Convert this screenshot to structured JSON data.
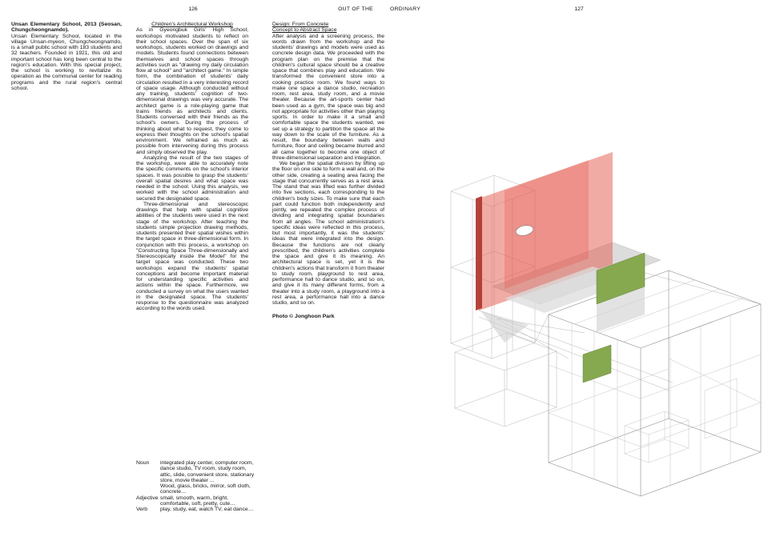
{
  "header": {
    "page_left": "126",
    "running_title_left": "OUT OF THE",
    "running_title_right": "ORDINARY",
    "page_right": "127"
  },
  "intro": {
    "title": "Unsan Elementary School, 2013 (Seosan, Chungcheongnamdo).",
    "body": "Unsan Elementary School, located in the village Unsan-myeon, Chungcheongnamdo, is a small public school with 183 students and 32 teachers. Founded in 1921, this old and important school has long been central to the region's education. With this special project, the school is working to revitalize its operation as the communal center for reading programs and the rural region's central school."
  },
  "workshop": {
    "heading": "Children's Architectural Workshop",
    "paragraphs": [
      "As in Gyeongbuk Girls' High School, workshops motivated students to reflect on their school spaces. Over the span of six workshops, students worked on drawings and models. Students found connections between themselves and school spaces through activities such as \"drawing my daily circulation flow at school\" and \"architect game.\" In simple form, the combination of students' daily circulation resulted in a very interesting record of space usage. Although conducted without any training, students' cognition of two-dimensional drawings was very accurate. The architect game is a role-playing game that trains friends as architects and clients. Students conversed with their friends as the school's owners. During the process of thinking about what to request, they come to express their thoughts on the school's spatial environment. We refrained as much as possible from intervening during this process and simply observed the play.",
      "Analyzing the result of the two stages of the workshop, were able to accurately note the specific comments on the school's interior spaces. It was possible to grasp the students' overall spatial desires and what space was needed in the school. Using this analysis, we worked with the school administration and secured the designated space.",
      "Three-dimensional and stereoscopic drawings that help with spatial cognitive abilities of the students were used in the next stage of the workshop. After teaching the students simple projection drawing methods, students presented their spatial wishes within the target space in three-dimensional form. In conjunction with this process, a workshop on \"Constructing Space Three-dimensionally and Stereoscopically inside the Model\" for the target space was conducted. These two workshops expand the students' spatial conceptions and become important material for understanding specific activities and actions within the space. Furthermore, we conducted a survey on what the users wanted in the designated space. The students' response to the questionnaire was analyzed according to the words used."
    ]
  },
  "glossary": {
    "rows": [
      {
        "term": "Noun",
        "defs": [
          "integrated play center, computer room, dance studio, TV room, study room, attic, slide, convenient store, stationary store, movie theater ...",
          "Wood, glass, bricks, mirror, soft cloth, concrete…"
        ]
      },
      {
        "term": "Adjective",
        "defs": [
          "small, smooth, warm, bright, comfortable, soft, pretty, cute…"
        ]
      },
      {
        "term": "Verb",
        "defs": [
          "play, study, eat, watch TV, eat dance…"
        ]
      }
    ]
  },
  "design": {
    "heading_line1": "Design: From Concrete",
    "heading_line2": "Concept to Abstract Space",
    "paragraphs": [
      "After analysis and a screening process, the words drawn from the workshop and the students' drawings and models were used as concrete design data. We proceeded with the program plan on the premise that the children's cultural space should be a creative space that combines play and education. We transformed the convenient store into a cooking practice room. We found ways to make one space a dance studio, recreation room, rest area, study room, and a movie theater. Because the art-sports center had been used as a gym, the space was big and not appropriate for activities other than playing sports. In order to make it a small and comfortable space the students wanted, we set up a strategy to partition the space all the way down to the scale of the furniture. As a result, the boundary between walls and furniture, floor and ceiling became blurred and all came together to become one object of three-dimensional separation and integration.",
      "We began the spatial division by lifting up the floor on one side to form a wall and, on the other side, creating a seating area facing the stage that concurrently serves as a rest area. The stand that was lifted was further divided into five sections, each corresponding to the children's body sizes. To make sure that each part could function both independently and jointly, we repeated the complex process of dividing and integrating spatial boundaries from all angles. The school administration's specific ideas were reflected in this process, but most importantly, it was the students' ideas that were integrated into the design. Because the functions are not clearly prescribed, the children's activities complete the space and give it its meaning. An architectural space is set, yet it is the children's actions that transform it from theater to study room, playground to rest area, performance hall to dance studio, and so on, and give it its many different forms, from a theater into a study room, a playground into a rest area, a performance hall into a dance studio, and so on."
    ],
    "credit": "Photo © Jonghoon Park"
  },
  "drawing": {
    "description": "axonometric wireframe drawing of school interior with colored planes",
    "colors": {
      "red_plane": "#E4574B",
      "red_edge": "#B03A31",
      "green_panel": "#86A94F",
      "green_edge": "#66813A",
      "gray_plane": "#D9D9D9",
      "gray_plane_light": "#DCDCDC",
      "gray_stand": "#CFCFCF",
      "wireframe": "#9A9A9A"
    }
  }
}
